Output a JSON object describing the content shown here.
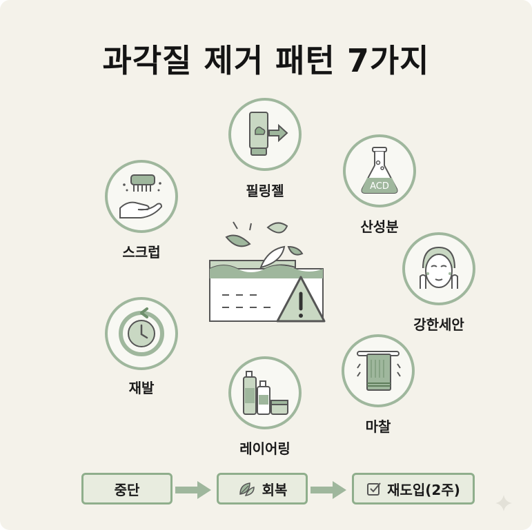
{
  "title": "과각질 제거 패턴 7가지",
  "patterns": [
    {
      "label": "필링젤",
      "icon": "peeling-gel-tube-icon"
    },
    {
      "label": "산성분",
      "icon": "acid-flask-icon",
      "flask_text": "ACD"
    },
    {
      "label": "강한세안",
      "icon": "face-washing-icon"
    },
    {
      "label": "마찰",
      "icon": "towel-icon"
    },
    {
      "label": "레이어링",
      "icon": "skincare-bottles-icon"
    },
    {
      "label": "재발",
      "icon": "recurrence-clock-icon"
    },
    {
      "label": "스크럽",
      "icon": "scrub-brush-icon"
    }
  ],
  "center": {
    "icon": "damaged-skin-warning-icon"
  },
  "flow": [
    {
      "label": "중단"
    },
    {
      "label": "회복",
      "icon": "leaf-icon"
    },
    {
      "label": "재도입(2주)",
      "icon": "checkbox-icon"
    }
  ],
  "colors": {
    "accent": "#9fb79d",
    "accent_dark": "#6f8f6c",
    "background": "#f4f2ea"
  }
}
